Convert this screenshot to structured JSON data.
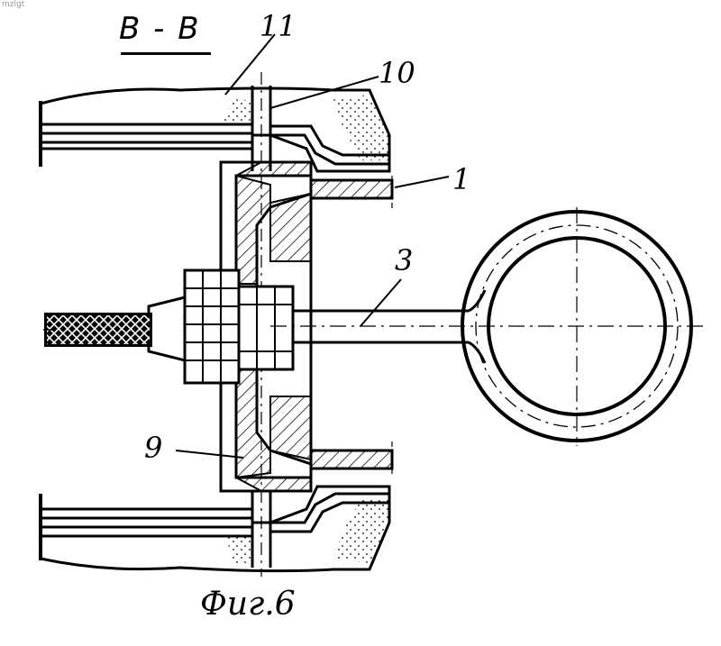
{
  "header": {
    "corner_mark": "mzlgt"
  },
  "section_title": "B - B",
  "caption": "Фиг.6",
  "labels": {
    "l11": "11",
    "l10": "10",
    "l1": "1",
    "l3": "3",
    "l9": "9"
  },
  "colors": {
    "ink": "#000000",
    "paper": "#ffffff"
  }
}
